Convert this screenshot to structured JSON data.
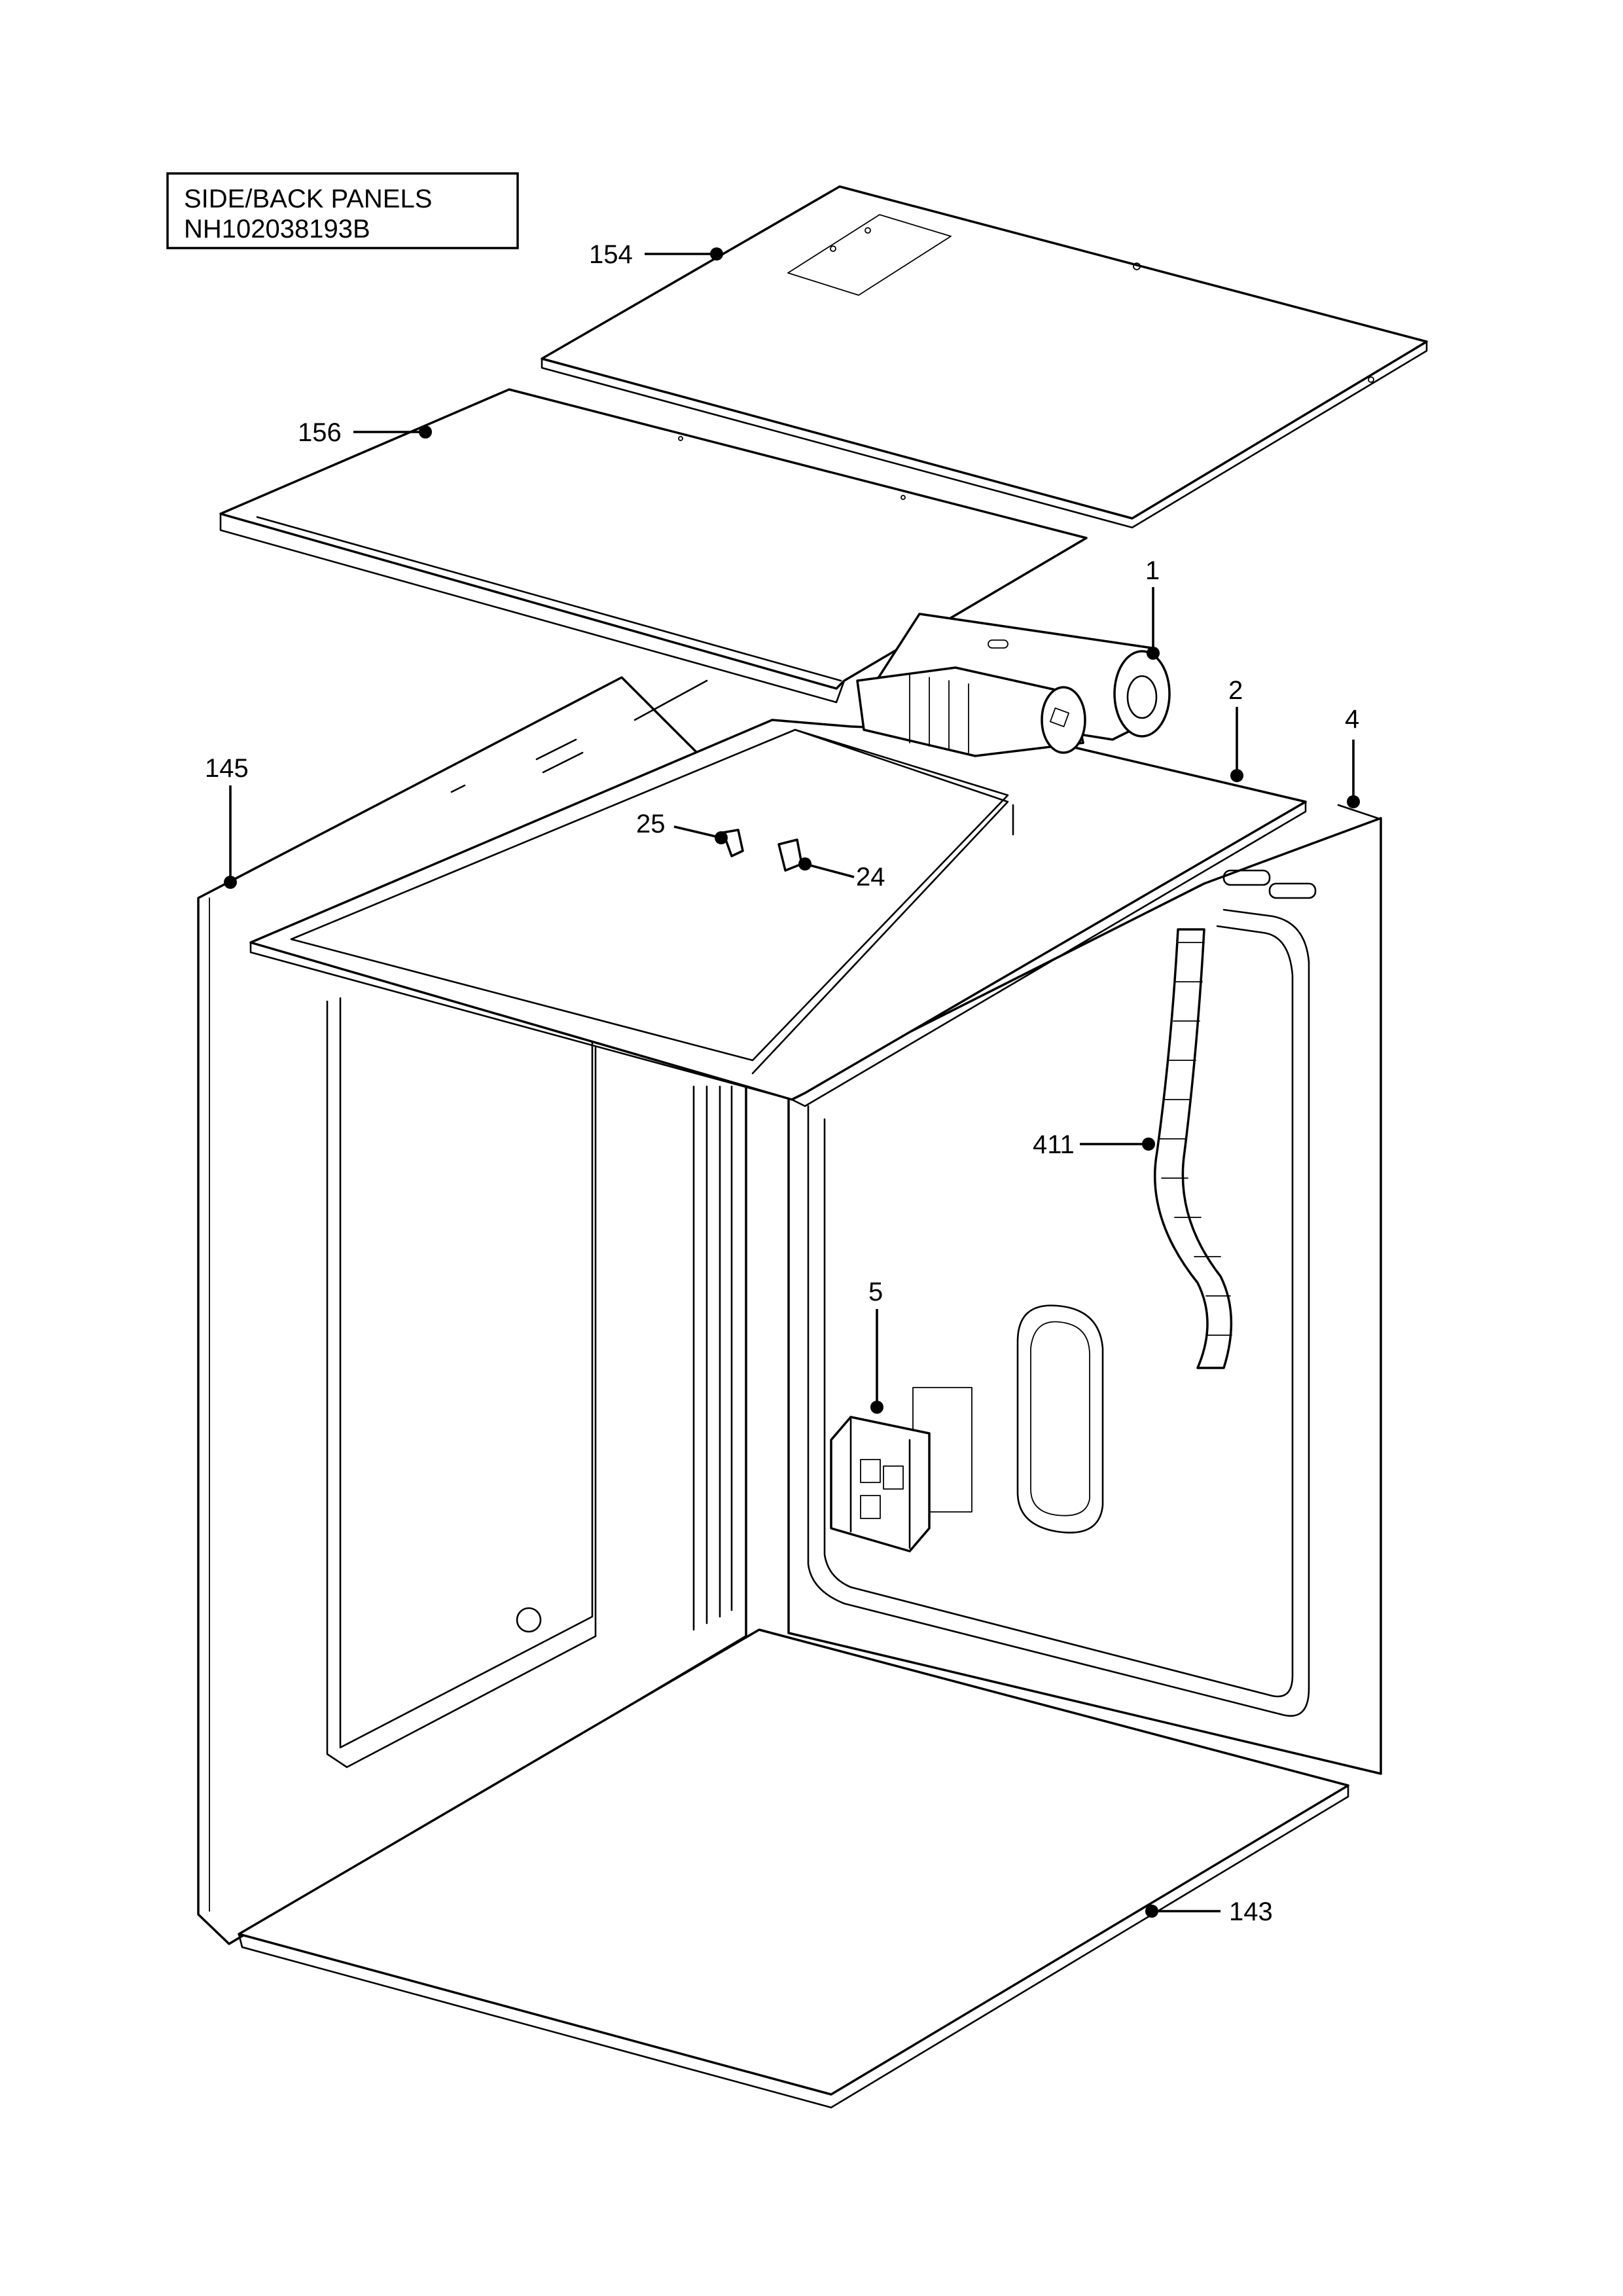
{
  "title_block": {
    "line1": "SIDE/BACK PANELS",
    "line2": "NH102038193B"
  },
  "callouts": [
    {
      "id": "c154",
      "label": "154"
    },
    {
      "id": "c156",
      "label": "156"
    },
    {
      "id": "c1",
      "label": "1"
    },
    {
      "id": "c2",
      "label": "2"
    },
    {
      "id": "c4",
      "label": "4"
    },
    {
      "id": "c145",
      "label": "145"
    },
    {
      "id": "c25",
      "label": "25"
    },
    {
      "id": "c24",
      "label": "24"
    },
    {
      "id": "c411",
      "label": "411"
    },
    {
      "id": "c5",
      "label": "5"
    },
    {
      "id": "c143",
      "label": "143"
    }
  ]
}
